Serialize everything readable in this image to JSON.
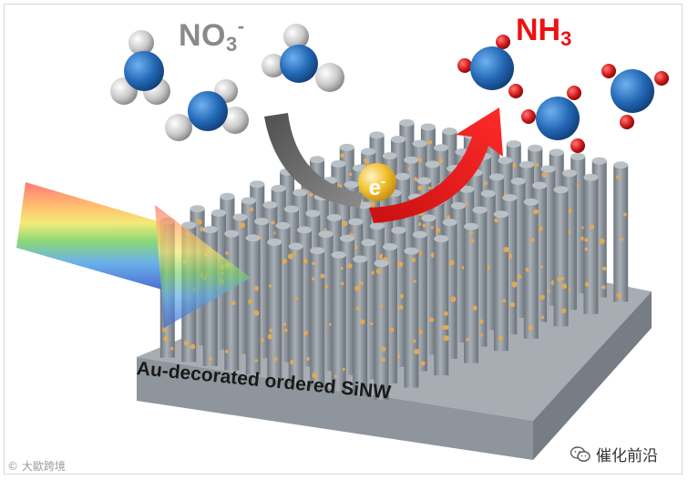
{
  "labels": {
    "reactant_main": "NO",
    "reactant_sub": "3",
    "reactant_sup": "-",
    "product_main": "NH",
    "product_sub": "3",
    "electron_main": "e",
    "electron_sup": "-",
    "substrate": "Au-decorated ordered SiNW"
  },
  "watermarks": {
    "left": "© 大歐跨境",
    "right": "催化前沿"
  },
  "icons": {
    "right_watermark": "wechat-icon"
  },
  "colors": {
    "nitrogen_atom": "#2f6fb5",
    "oxygen_atom_reactant": "#d9d9d9",
    "hydrogen_atom_product": "#d41a1a",
    "product_label": "#ee1111",
    "reactant_label": "#8a8a8a",
    "electron_sphere": "#f2c230",
    "red_arrow": "#e81818",
    "gray_arrow": "#6b6b6b",
    "nanowire": "#8c949c",
    "gold_particle": "#e0a95a",
    "substrate": "#9aa1a8"
  }
}
